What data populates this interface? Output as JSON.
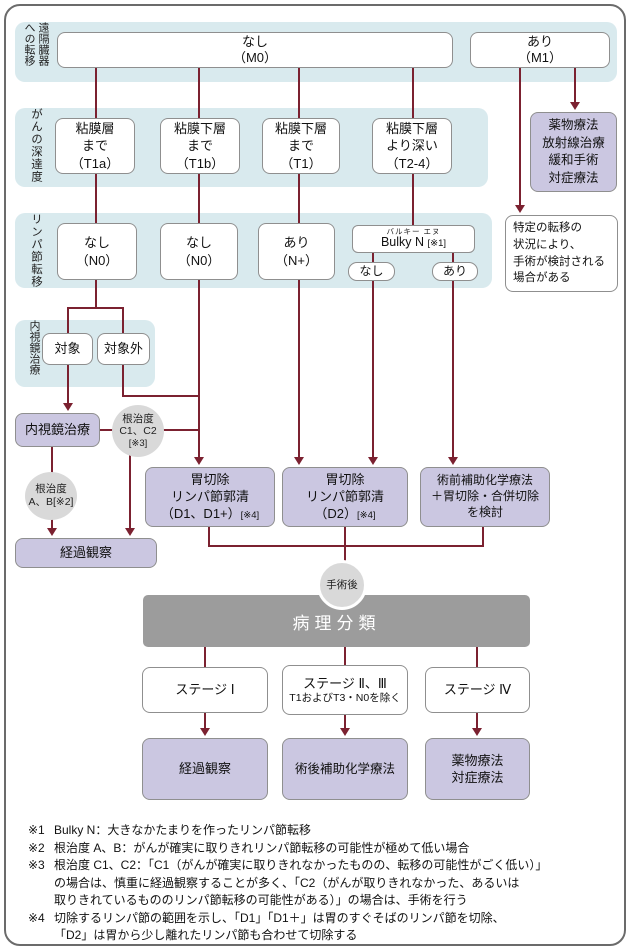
{
  "bands": {
    "metastasis_label": "遠隔臓器\nへの転移",
    "depth_label": "がんの深達度",
    "lymph_label": "リンパ節転移",
    "endoscopy_label": "内視鏡治療"
  },
  "nodes": {
    "m0": "なし\n（M0）",
    "m1": "あり\n（M1）",
    "t1a": "粘膜層\nまで\n（T1a）",
    "t1b": "粘膜下層\nまで\n（T1b）",
    "t1": "粘膜下層\nまで\n（T1）",
    "t24": "粘膜下層\nより深い\n（T2-4）",
    "n0a": "なし\n（N0）",
    "n0b": "なし\n（N0）",
    "nplus": "あり\n（N+）",
    "bulky_furigana": "バルキー エヌ",
    "bulky_label": "Bulky N",
    "bulky_note": "[※1]",
    "bulky_nashi": "なし",
    "bulky_ari": "あり",
    "taisho": "対象",
    "taishogai": "対象外",
    "tokutei": "特定の転移の\n状況により、\n手術が検討される\n場合がある",
    "yakubutsu_top": "薬物療法\n放射線治療\n緩和手術\n対症療法",
    "naishikyo": "内視鏡治療",
    "circle_c1c2": "根治度\nC1、C2",
    "circle_c1c2_note": "[※3]",
    "circle_ab": "根治度\nA、B[※2]",
    "keika1": "経過観察",
    "d1_main": "胃切除\nリンパ節郭清",
    "d1_code": "（D1、D1+）",
    "d1_note": "[※4]",
    "d2_main": "胃切除\nリンパ節郭清",
    "d2_code": "（D2）",
    "d2_note": "[※4]",
    "jutsuzen": "術前補助化学療法\n＋胃切除・合併切除\nを検討",
    "op_circle": "手術後",
    "byori_bar": "病理分類",
    "stage1": "ステージ Ⅰ",
    "stage23_title": "ステージ Ⅱ、Ⅲ",
    "stage23_sub": "T1およびT3・N0を除く",
    "stage4": "ステージ Ⅳ",
    "keika2": "経過観察",
    "jutsugo": "術後補助化学療法",
    "yakubutsu_bottom": "薬物療法\n対症療法"
  },
  "footnotes": [
    {
      "m": "※1",
      "t": "Bulky N：大きなかたまりを作ったリンパ節転移"
    },
    {
      "m": "※2",
      "t": "根治度 A、B：がんが確実に取りきれリンパ節転移の可能性が極めて低い場合"
    },
    {
      "m": "※3",
      "t": "根治度 C1、C2：「C1（がんが確実に取りきれなかったものの、転移の可能性がごく低い）」"
    },
    {
      "m": "",
      "t": "の場合は、慎重に経過観察することが多く、「C2（がんが取りきれなかった、あるいは"
    },
    {
      "m": "",
      "t": "取りきれているもののリンパ節転移の可能性がある）」の場合は、手術を行う"
    },
    {
      "m": "※4",
      "t": "切除するリンパ節の範囲を示し、「D1」「D1＋」は胃のすぐそばのリンパ節を切除、"
    },
    {
      "m": "",
      "t": "「D2」は胃から少し離れたリンパ節も合わせて切除する"
    }
  ],
  "colors": {
    "line": "#7b2130",
    "band": "#d9eaee",
    "purple": "#cbc7e1",
    "circle_gray": "#d9d9d9",
    "bar_gray": "#9c9c9c",
    "box_border": "#8f8f8f"
  }
}
